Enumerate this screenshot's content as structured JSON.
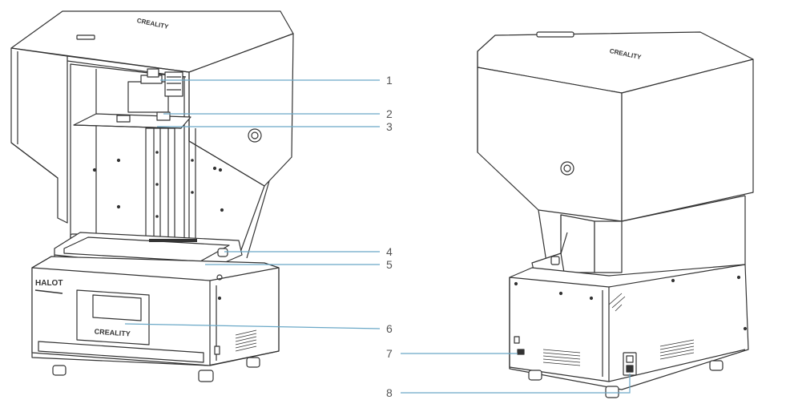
{
  "diagram": {
    "front_view": {
      "brand_logo_text": "HALOT",
      "maker_logo_text": "CREALITY",
      "lid_logo_text": "CREALITY"
    },
    "rear_view": {
      "lid_logo_text": "CREALITY"
    },
    "callouts": [
      {
        "number": "1",
        "view": "front"
      },
      {
        "number": "2",
        "view": "front"
      },
      {
        "number": "3",
        "view": "front"
      },
      {
        "number": "4",
        "view": "front"
      },
      {
        "number": "5",
        "view": "front"
      },
      {
        "number": "6",
        "view": "front"
      },
      {
        "number": "7",
        "view": "rear"
      },
      {
        "number": "8",
        "view": "rear"
      }
    ],
    "colors": {
      "line": "#333333",
      "callout": "#6aa8c7",
      "label": "#555555"
    }
  }
}
